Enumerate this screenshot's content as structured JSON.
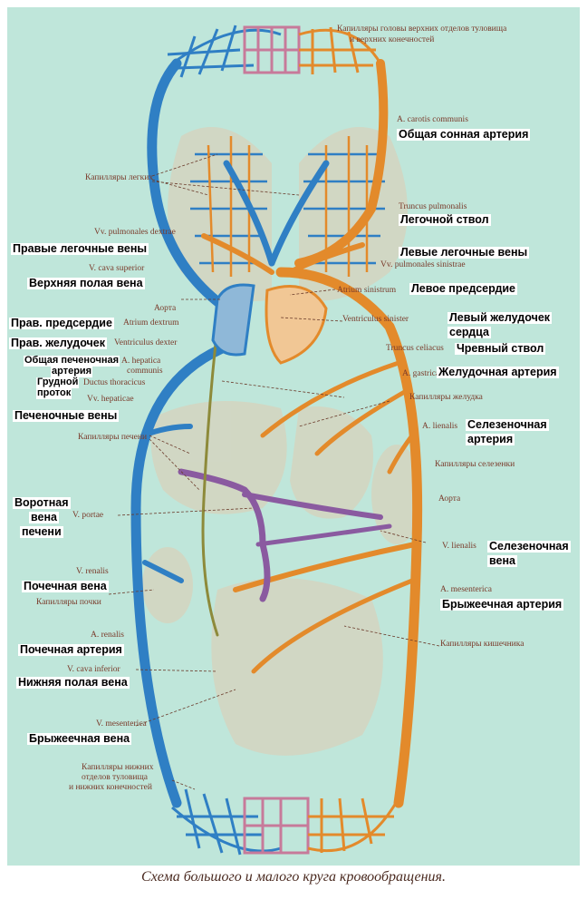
{
  "colors": {
    "background": "#bfe6da",
    "artery": "#e38a2b",
    "vein": "#2f7fc4",
    "lymph": "#8d8a3a",
    "portal": "#8a5aa0",
    "capillary_pink": "#c77a9a"
  },
  "labels": {
    "cap_head": "Капилляры головы верхних отделов туловища",
    "cap_head2": "и верхних конечностей",
    "carotis_lat": "A. carotis communis",
    "carotis_ru": "Общая сонная артерия",
    "cap_lungs": "Капилляры легких",
    "truncus_pulm_lat": "Truncus pulmonalis",
    "truncus_pulm_ru": "Легочной ствол",
    "vv_pulm_dex_lat": "Vv. pulmonales dextrae",
    "vv_pulm_dex_ru": "Правые легочные вены",
    "vv_pulm_sin_ru": "Левые легочные вены",
    "vv_pulm_sin_lat": "Vv. pulmonales sinistrae",
    "vcs_lat": "V. cava superior",
    "vcs_ru": "Верхняя полая вена",
    "aorta1": "Аорта",
    "atrium_sin_lat": "Atrium sinistrum",
    "atrium_sin_ru": "Левое предсердие",
    "atrium_dex_ru": "Прав. предсердие",
    "atrium_dex_lat": "Atrium dextrum",
    "ventr_sin_lat": "Ventriculus sinister",
    "ventr_sin_ru1": "Левый желудочек",
    "ventr_sin_ru2": "сердца",
    "ventr_dex_ru": "Прав. желудочек",
    "ventr_dex_lat": "Ventriculus dexter",
    "celiac_lat": "Truncus celiacus",
    "celiac_ru": "Чревный ствол",
    "hepatica_ru1": "Общая печеночная",
    "hepatica_ru2": "артерия",
    "hepatica_lat1": "A. hepatica",
    "hepatica_lat2": "communis",
    "gastrica_lat": "A. gastrica",
    "gastrica_ru": "Желудочная артерия",
    "thor_ru1": "Грудной",
    "thor_ru2": "проток",
    "thor_lat": "Ductus thoracicus",
    "cap_stomach": "Капилляры желудка",
    "hepaticae_lat": "Vv. hepaticae",
    "hepaticae_ru": "Печеночные вены",
    "lienalis_a_lat": "A. lienalis",
    "lienalis_a_ru1": "Селезеночная",
    "lienalis_a_ru2": "артерия",
    "cap_liver": "Капилляры печени",
    "cap_spleen": "Капилляры селезенки",
    "portae_ru1": "Воротная",
    "portae_ru2": "вена",
    "portae_ru3": "печени",
    "portae_lat": "V. portae",
    "aorta2": "Аорта",
    "lienalis_v_lat": "V. lienalis",
    "lienalis_v_ru1": "Селезеночная",
    "lienalis_v_ru2": "вена",
    "renalis_v_lat": "V. renalis",
    "renalis_v_ru": "Почечная вена",
    "cap_kidney": "Капилляры почки",
    "mesent_a_lat": "A. mesenterica",
    "mesent_a_ru": "Брыжеечная артерия",
    "renalis_a_lat": "A. renalis",
    "renalis_a_ru": "Почечная артерия",
    "cap_intestine": "Капилляры кишечника",
    "vci_lat": "V. cava inferior",
    "vci_ru": "Нижняя полая вена",
    "mesent_v_lat": "V. mesenterica",
    "mesent_v_ru": "Брыжеечная вена",
    "cap_lower1": "Капилляры нижних",
    "cap_lower2": "отделов туловища",
    "cap_lower3": "и нижних конечностей"
  },
  "caption": "Схема большого и малого круга кровообращения."
}
